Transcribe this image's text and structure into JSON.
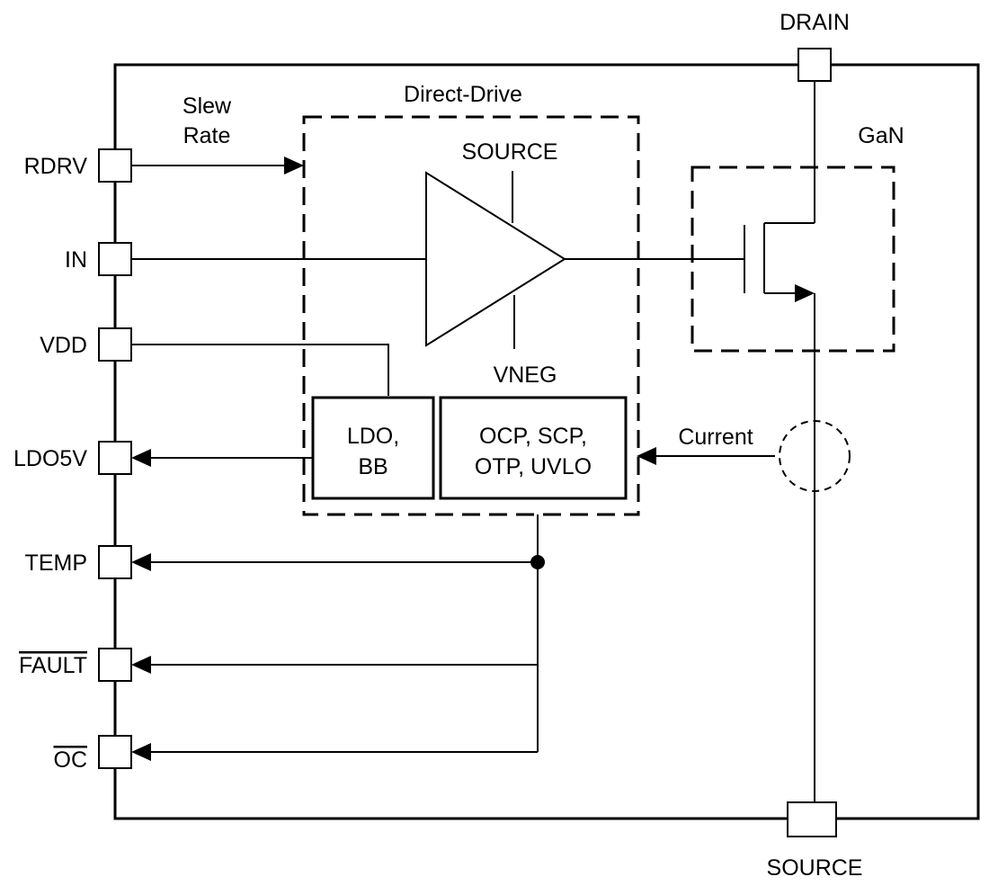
{
  "pins": {
    "drain": "DRAIN",
    "source": "SOURCE",
    "rdrv": "RDRV",
    "in": "IN",
    "vdd": "VDD",
    "ldo5v": "LDO5V",
    "temp": "TEMP",
    "fault": "FAULT",
    "oc": "OC"
  },
  "labels": {
    "slew_rate_line1": "Slew",
    "slew_rate_line2": "Rate",
    "direct_drive": "Direct-Drive",
    "gan": "GaN",
    "driver_source": "SOURCE",
    "driver_vneg": "VNEG",
    "current": "Current"
  },
  "blocks": {
    "ldo_line1": "LDO,",
    "ldo_line2": "BB",
    "prot_line1": "OCP, SCP,",
    "prot_line2": "OTP, UVLO"
  }
}
